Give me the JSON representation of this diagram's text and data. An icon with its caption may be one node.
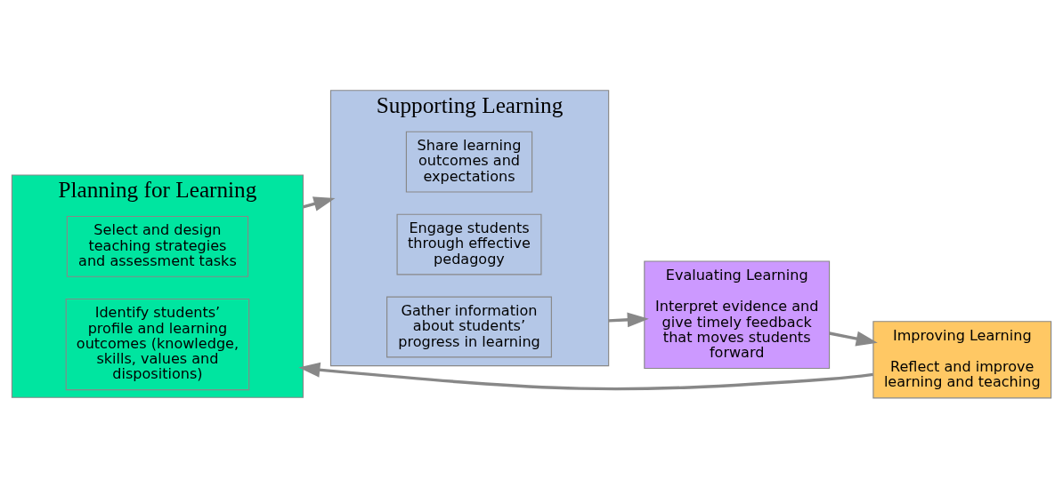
{
  "diagram": {
    "nodes": [
      {
        "text": [
          "Planning for Learning"
        ]
      },
      {
        "text": [
          "Identify students’ profile and learning outcomes (knowledge, skills, values and dispositions)"
        ],
        "in": 0
      },
      {
        "text": [
          "Select and design teaching strategies and assessment tasks"
        ],
        "in": 0
      },
      {
        "text": [
          "Supporting Learning"
        ]
      },
      {
        "text": [
          "Share learning outcomes and expectations"
        ],
        "in": 3
      },
      {
        "text": [
          "Engage students through effective pedagogy"
        ],
        "in": 3
      },
      {
        "text": [
          "Gather information about students’ progress in learning"
        ],
        "in": 3
      },
      {
        "text": [
          "Evaluating Learning",
          "Interpret evidence and give timely feedback that moves students forward"
        ]
      },
      {
        "text": [
          "Improving Learning",
          "Reflect and improve learning and teaching"
        ]
      }
    ],
    "edges": [
      {
        "from": 0,
        "to": 3,
        "arrow": "to"
      },
      {
        "from": 3,
        "to": 7,
        "arrow": "to"
      },
      {
        "from": 7,
        "to": 8,
        "arrow": "to"
      },
      {
        "from": 8,
        "to": 0,
        "arrow": "to"
      }
    ]
  }
}
